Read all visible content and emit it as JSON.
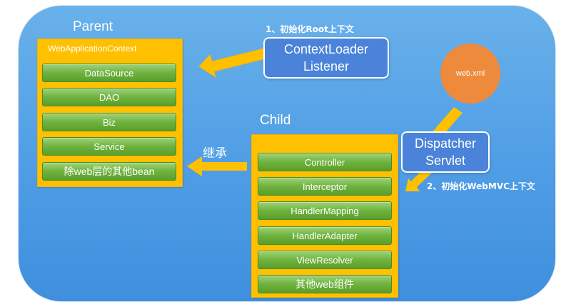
{
  "parent": {
    "title": "Parent",
    "context_label": "WebApplicationContext",
    "items": [
      "DataSource",
      "DAO",
      "Biz",
      "Service",
      "除web层的其他bean"
    ]
  },
  "child": {
    "title": "Child",
    "items": [
      "Controller",
      "Interceptor",
      "HandlerMapping",
      "HandlerAdapter",
      "ViewResolver",
      "其他web组件"
    ]
  },
  "context_loader": {
    "line1": "ContextLoader",
    "line2": "Listener"
  },
  "dispatcher": {
    "line1": "Dispatcher",
    "line2": "Servlet"
  },
  "web_xml": "web.xml",
  "note_root": "1、初始化Root上下文",
  "note_mvc": "2、初始化WebMVC上下文",
  "inherit_label": "继承",
  "colors": {
    "background": "#4f9de6",
    "panel": "#ffc000",
    "item": "#6fb23f",
    "box": "#4a83d9",
    "circle": "#ee8a3c",
    "arrow": "#ffc000"
  }
}
